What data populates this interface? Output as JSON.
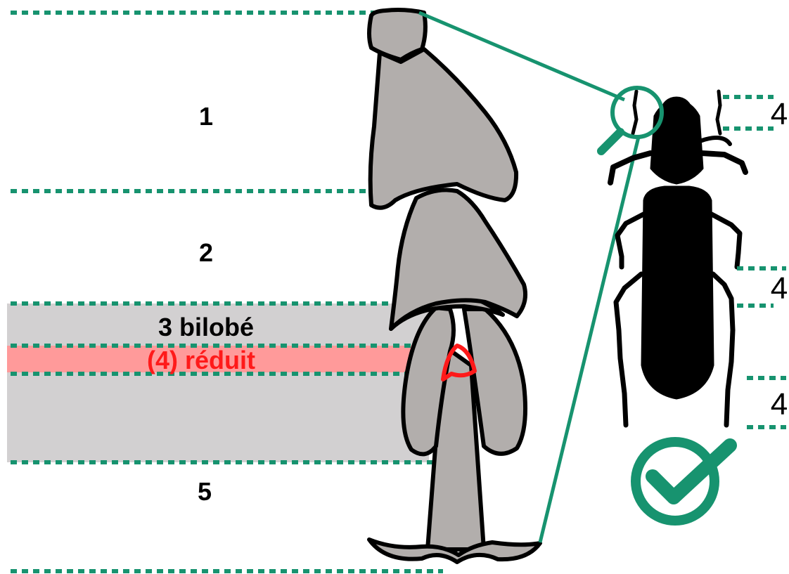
{
  "segment_labels": {
    "seg1": "1",
    "seg2": "2",
    "seg3": "3 bilobé",
    "seg4": "(4) réduit",
    "seg5": "5"
  },
  "tarsus_counts": {
    "front_leg": "4",
    "middle_leg": "4",
    "hind_leg": "4"
  },
  "colors": {
    "guide_green": "#17936f",
    "segment_gray": "#b2aeac",
    "band_gray": "#d2d0d1",
    "band_red": "#ff9a9a",
    "label_red": "#ff1a1a",
    "beetle": "#000000"
  },
  "icons": [
    "magnifier-icon",
    "beetle-silhouette",
    "checkmark-icon"
  ]
}
